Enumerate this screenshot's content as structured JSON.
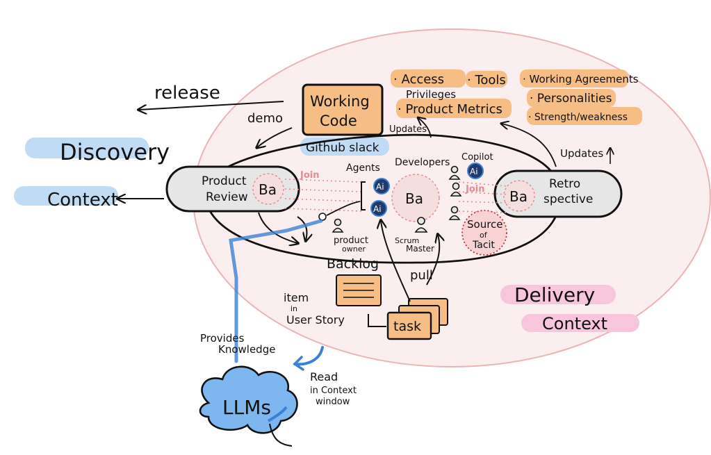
{
  "colors": {
    "delivery_fill": "#fbeeee",
    "delivery_stroke": "#eab4b4",
    "orange": "#f6bd85",
    "blue": "#bfdcf4",
    "blue_strong": "#3b82d6",
    "pink_label": "#e88a94",
    "pill_fill": "#e6e6e6",
    "ink": "#111111"
  },
  "labels": {
    "release": "release",
    "demo": "demo",
    "updates_top": "Updates",
    "updates_right": "Updates",
    "discovery": "Discovery",
    "context": "Context",
    "delivery": "Delivery",
    "delivery_context": "Context",
    "working_code_l1": "Working",
    "working_code_l2": "Code",
    "github_slack": "Github slack",
    "product_review_l1": "Product",
    "product_review_l2": "Review",
    "ba": "Ba",
    "retro_l1": "Retro",
    "retro_l2": "spective",
    "join_left": "Join",
    "join_right": "Join",
    "agents": "Agents",
    "developers": "Developers",
    "copilot": "Copilot",
    "ai": "Ai",
    "product_owner_l1": "product",
    "product_owner_l2": "owner",
    "scrum_master_l1": "Scrum",
    "scrum_master_l2": "Master",
    "source_l1": "Source",
    "source_l2": "of",
    "source_l3": "Tacit",
    "backlog": "Backlog",
    "pull": "pull",
    "item_l1": "item",
    "item_l2": "in",
    "item_l3": "User Story",
    "task": "task",
    "provides_l1": "Provides",
    "provides_l2": "Knowledge",
    "llms": "LLMs",
    "read_l1": "Read",
    "read_l2": "in Context",
    "read_l3": "window",
    "access": "· Access",
    "privileges": "Privileges",
    "tools": "· Tools",
    "product_metrics": "· Product Metrics",
    "working_agreements": "· Working Agreements",
    "personalities": "· Personalities",
    "strength": "· Strength/weakness"
  }
}
